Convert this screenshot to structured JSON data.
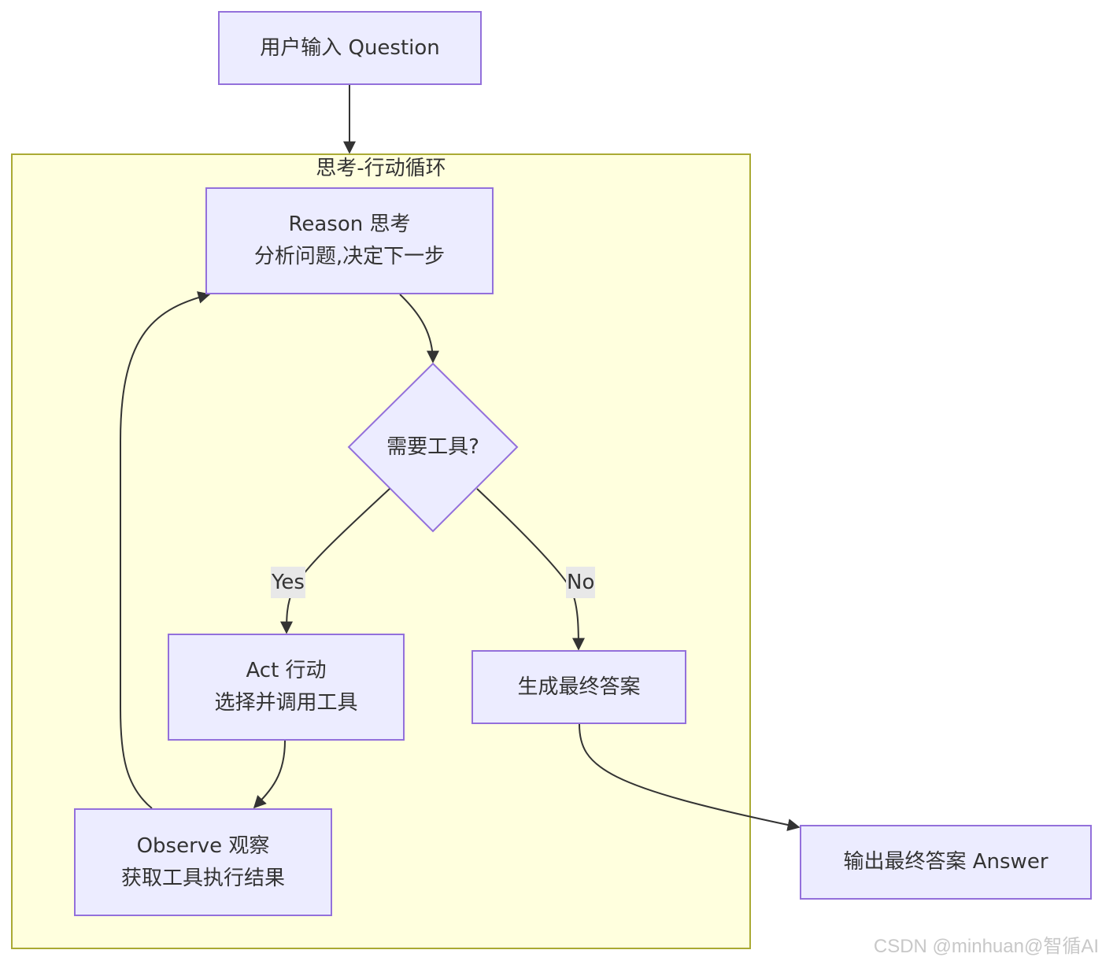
{
  "cluster": {
    "title": "思考-行动循环"
  },
  "nodes": {
    "question": {
      "text": "用户输入 Question"
    },
    "reason": {
      "line1": "Reason 思考",
      "line2": "分析问题,决定下一步"
    },
    "decision": {
      "text": "需要工具?"
    },
    "act": {
      "line1": "Act 行动",
      "line2": "选择并调用工具"
    },
    "observe": {
      "line1": "Observe 观察",
      "line2": "获取工具执行结果"
    },
    "final": {
      "text": "生成最终答案"
    },
    "answer": {
      "text": "输出最终答案 Answer"
    }
  },
  "edges": {
    "yes_label": "Yes",
    "no_label": "No"
  },
  "colors": {
    "node_fill": "#ececff",
    "node_stroke": "#9370db",
    "cluster_fill": "#ffffde",
    "cluster_stroke": "#aaaa33",
    "edge": "#333333"
  },
  "watermark": "CSDN @minhuan@智循AI"
}
